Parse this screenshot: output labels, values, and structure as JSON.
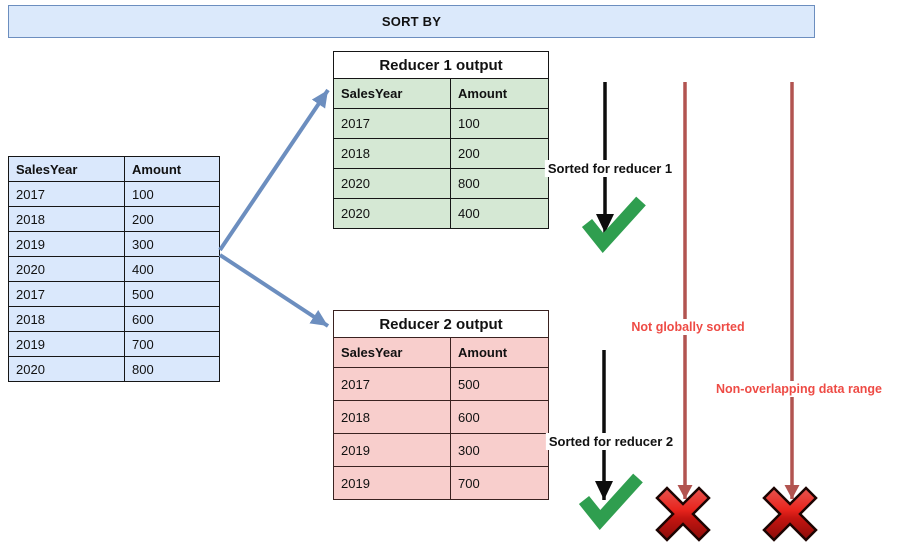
{
  "banner": {
    "label": "SORT BY"
  },
  "source_table": {
    "headers": [
      "SalesYear",
      "Amount"
    ],
    "rows": [
      [
        "2017",
        "100"
      ],
      [
        "2018",
        "200"
      ],
      [
        "2019",
        "300"
      ],
      [
        "2020",
        "400"
      ],
      [
        "2017",
        "500"
      ],
      [
        "2018",
        "600"
      ],
      [
        "2019",
        "700"
      ],
      [
        "2020",
        "800"
      ]
    ]
  },
  "reducer1_table": {
    "title": "Reducer 1 output",
    "headers": [
      "SalesYear",
      "Amount"
    ],
    "rows": [
      [
        "2017",
        "100"
      ],
      [
        "2018",
        "200"
      ],
      [
        "2020",
        "800"
      ],
      [
        "2020",
        "400"
      ]
    ]
  },
  "reducer2_table": {
    "title": "Reducer 2 output",
    "headers": [
      "SalesYear",
      "Amount"
    ],
    "rows": [
      [
        "2017",
        "500"
      ],
      [
        "2018",
        "600"
      ],
      [
        "2019",
        "300"
      ],
      [
        "2019",
        "700"
      ]
    ]
  },
  "labels": {
    "sorted_reducer1": "Sorted for reducer 1",
    "sorted_reducer2": "Sorted for reducer 2",
    "not_globally_sorted": "Not globally sorted",
    "non_overlapping": "Non-overlapping data range"
  },
  "icons": {
    "checkmark": "✔",
    "cross": "✖",
    "arrow_down": "↓",
    "flow_arrow": "↗"
  },
  "colors": {
    "banner_fill": "#dbe9fb",
    "banner_border": "#6c8ebf",
    "source_fill": "#dae8fc",
    "reducer1_fill": "#d5e8d4",
    "reducer2_fill": "#f8cecc",
    "flow_arrow_blue": "#6c8ebf",
    "sorted_arrow_black": "#0d0d0d",
    "fail_line_red": "#b25450",
    "label_red": "#ee4b45",
    "check_green": "#2f9e4f",
    "cross_red": "#c41511"
  }
}
